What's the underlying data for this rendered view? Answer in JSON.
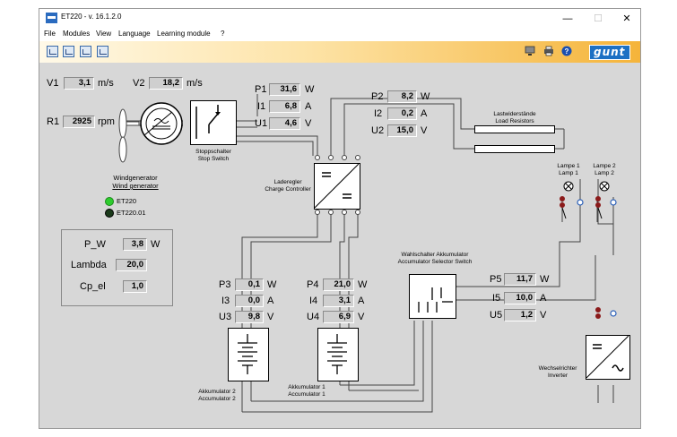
{
  "window": {
    "title": "ET220 - v. 16.1.2.0",
    "controls": {
      "minimize": "—",
      "maximize": "☐",
      "close": "✕"
    }
  },
  "menu": [
    "File",
    "Modules",
    "View",
    "Language",
    "Learning module",
    "?"
  ],
  "toolbar": {
    "left_icons": [
      "chart-icon-1",
      "chart-icon-2",
      "chart-icon-3",
      "chart-icon-4"
    ],
    "right_icons": [
      "monitor-icon",
      "printer-icon",
      "help-icon"
    ],
    "logo": "gunt"
  },
  "colors": {
    "toolbar_gradient_end": "#f5b43a",
    "led_et220": "#2ecc2e",
    "led_et22001": "#1a3a1a",
    "logo_blue": "#1c70c4"
  },
  "measurements": {
    "V1": {
      "label": "V1",
      "value": "3,1",
      "unit": "m/s"
    },
    "V2": {
      "label": "V2",
      "value": "18,2",
      "unit": "m/s"
    },
    "R1": {
      "label": "R1",
      "value": "2925",
      "unit": "rpm"
    },
    "P1": {
      "label": "P1",
      "value": "31,6",
      "unit": "W"
    },
    "I1": {
      "label": "I1",
      "value": "6,8",
      "unit": "A"
    },
    "U1": {
      "label": "U1",
      "value": "4,6",
      "unit": "V"
    },
    "P2": {
      "label": "P2",
      "value": "8,2",
      "unit": "W"
    },
    "I2": {
      "label": "I2",
      "value": "0,2",
      "unit": "A"
    },
    "U2": {
      "label": "U2",
      "value": "15,0",
      "unit": "V"
    },
    "P3": {
      "label": "P3",
      "value": "0,1",
      "unit": "W"
    },
    "I3": {
      "label": "I3",
      "value": "0,0",
      "unit": "A"
    },
    "U3": {
      "label": "U3",
      "value": "9,8",
      "unit": "V"
    },
    "P4": {
      "label": "P4",
      "value": "21,0",
      "unit": "W"
    },
    "I4": {
      "label": "I4",
      "value": "3,1",
      "unit": "A"
    },
    "U4": {
      "label": "U4",
      "value": "6,9",
      "unit": "V"
    },
    "P5": {
      "label": "P5",
      "value": "11,7",
      "unit": "W"
    },
    "I5": {
      "label": "I5",
      "value": "10,0",
      "unit": "A"
    },
    "U5": {
      "label": "U5",
      "value": "1,2",
      "unit": "V"
    }
  },
  "summary": {
    "P_W": {
      "label": "P_W",
      "value": "3,8",
      "unit": "W"
    },
    "Lambda": {
      "label": "Lambda",
      "value": "20,0"
    },
    "Cp_el": {
      "label": "Cp_el",
      "value": "1,0"
    }
  },
  "components": {
    "stop_switch": [
      "Stoppschalter",
      "Stop Switch"
    ],
    "wind_generator": [
      "Windgenerator",
      "Wind generator"
    ],
    "charge_controller": [
      "Laderegler",
      "Charge Controller"
    ],
    "load_resistors": [
      "Lastwiderstände",
      "Load Resistors"
    ],
    "selector_switch": [
      "Wahlschalter Akkumulator",
      "Accumulator Selector Switch"
    ],
    "accumulator2": [
      "Akkumulator 2",
      "Accumulator 2"
    ],
    "accumulator1": [
      "Akkumulator 1",
      "Accumulator 1"
    ],
    "inverter": [
      "Wechselrichter",
      "Inverter"
    ],
    "lamp1": [
      "Lampe 1",
      "Lamp 1"
    ],
    "lamp2": [
      "Lampe 2",
      "Lamp 2"
    ]
  },
  "leds": [
    {
      "label": "ET220",
      "state": "on"
    },
    {
      "label": "ET220.01",
      "state": "off"
    }
  ]
}
